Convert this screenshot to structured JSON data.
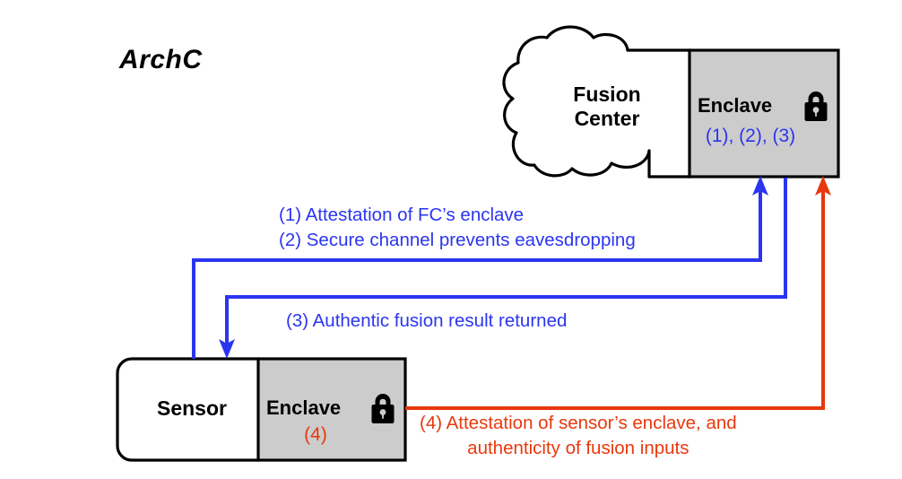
{
  "diagram": {
    "title": "ArchC",
    "colors": {
      "blue": "#2b35f0",
      "red": "#e8380d",
      "enclave_fill": "#cccccc",
      "outline": "#000000",
      "background": "#ffffff"
    },
    "cloud": {
      "label_line1": "Fusion",
      "label_line2": "Center"
    },
    "fusion_center_enclave": {
      "title": "Enclave",
      "lock_icon": "lock-icon",
      "steps": "(1), (2), (3)"
    },
    "sensor": {
      "label": "Sensor"
    },
    "sensor_enclave": {
      "title": "Enclave",
      "lock_icon": "lock-icon",
      "steps": "(4)"
    },
    "annotations": {
      "step1": "(1) Attestation of FC’s enclave",
      "step2": "(2) Secure channel prevents eavesdropping",
      "step3": "(3) Authentic fusion result returned",
      "step4_line1": "(4) Attestation of sensor’s enclave, and",
      "step4_line2": "authenticity of fusion inputs"
    }
  }
}
